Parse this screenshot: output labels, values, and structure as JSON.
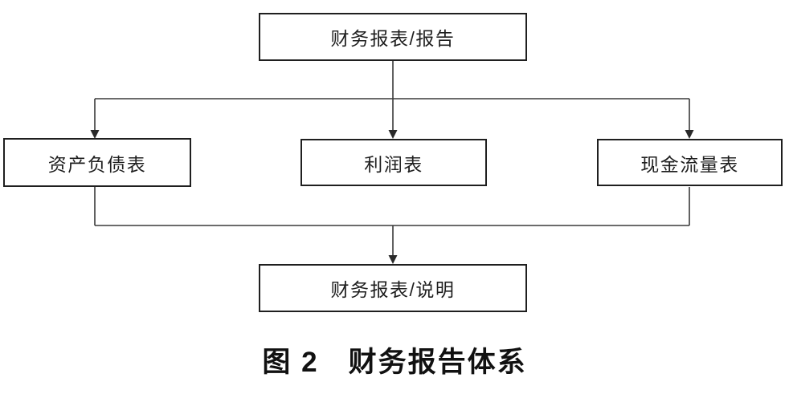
{
  "diagram": {
    "nodes": {
      "top": "财务报表/报告",
      "left": "资产负债表",
      "middle": "利润表",
      "right": "现金流量表",
      "bottom": "财务报表/说明"
    },
    "caption": "图 2　财务报告体系",
    "colors": {
      "line": "#3a3a3a",
      "box_border": "#1f1f1f",
      "text": "#1f1f1f",
      "background": "#ffffff"
    }
  }
}
